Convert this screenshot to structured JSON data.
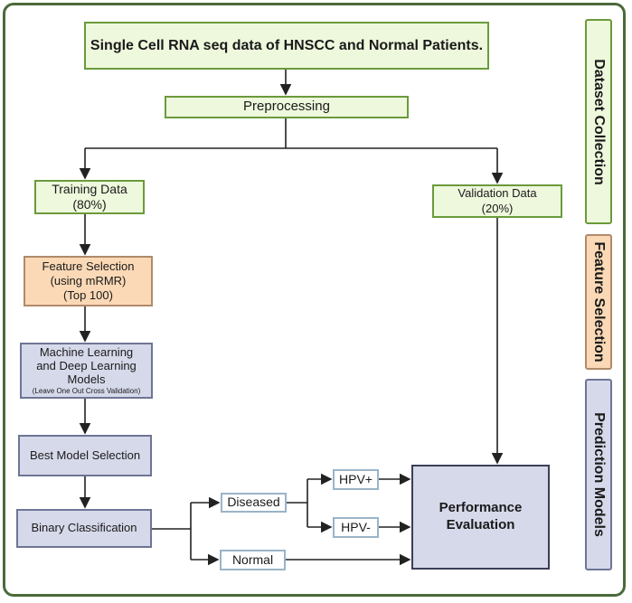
{
  "title_box": "Single Cell RNA seq data of HNSCC  and Normal Patients.",
  "preprocessing": "Preprocessing",
  "training": [
    "Training Data",
    "(80%)"
  ],
  "validation": [
    "Validation Data",
    "(20%)"
  ],
  "feature_selection": [
    "Feature Selection",
    "(using mRMR)",
    "(Top 100)"
  ],
  "models": [
    "Machine Learning",
    "and Deep Learning",
    "Models"
  ],
  "models_note": "(Leave One Out  Cross Validation)",
  "best_model": "Best Model Selection",
  "binary": "Binary Classification",
  "diseased": "Diseased",
  "normal": "Normal",
  "hpv_pos": "HPV+",
  "hpv_neg": "HPV-",
  "performance": [
    "Performance",
    "Evaluation"
  ],
  "side_labels": {
    "dataset": "Dataset Collection",
    "feature": "Feature Selection",
    "prediction": "Prediction Models"
  },
  "colors": {
    "green_fill": "#eef8dc",
    "orange_fill": "#fbd9b6",
    "blue_fill": "#d6d9ea",
    "frame": "#4a6a3a"
  }
}
